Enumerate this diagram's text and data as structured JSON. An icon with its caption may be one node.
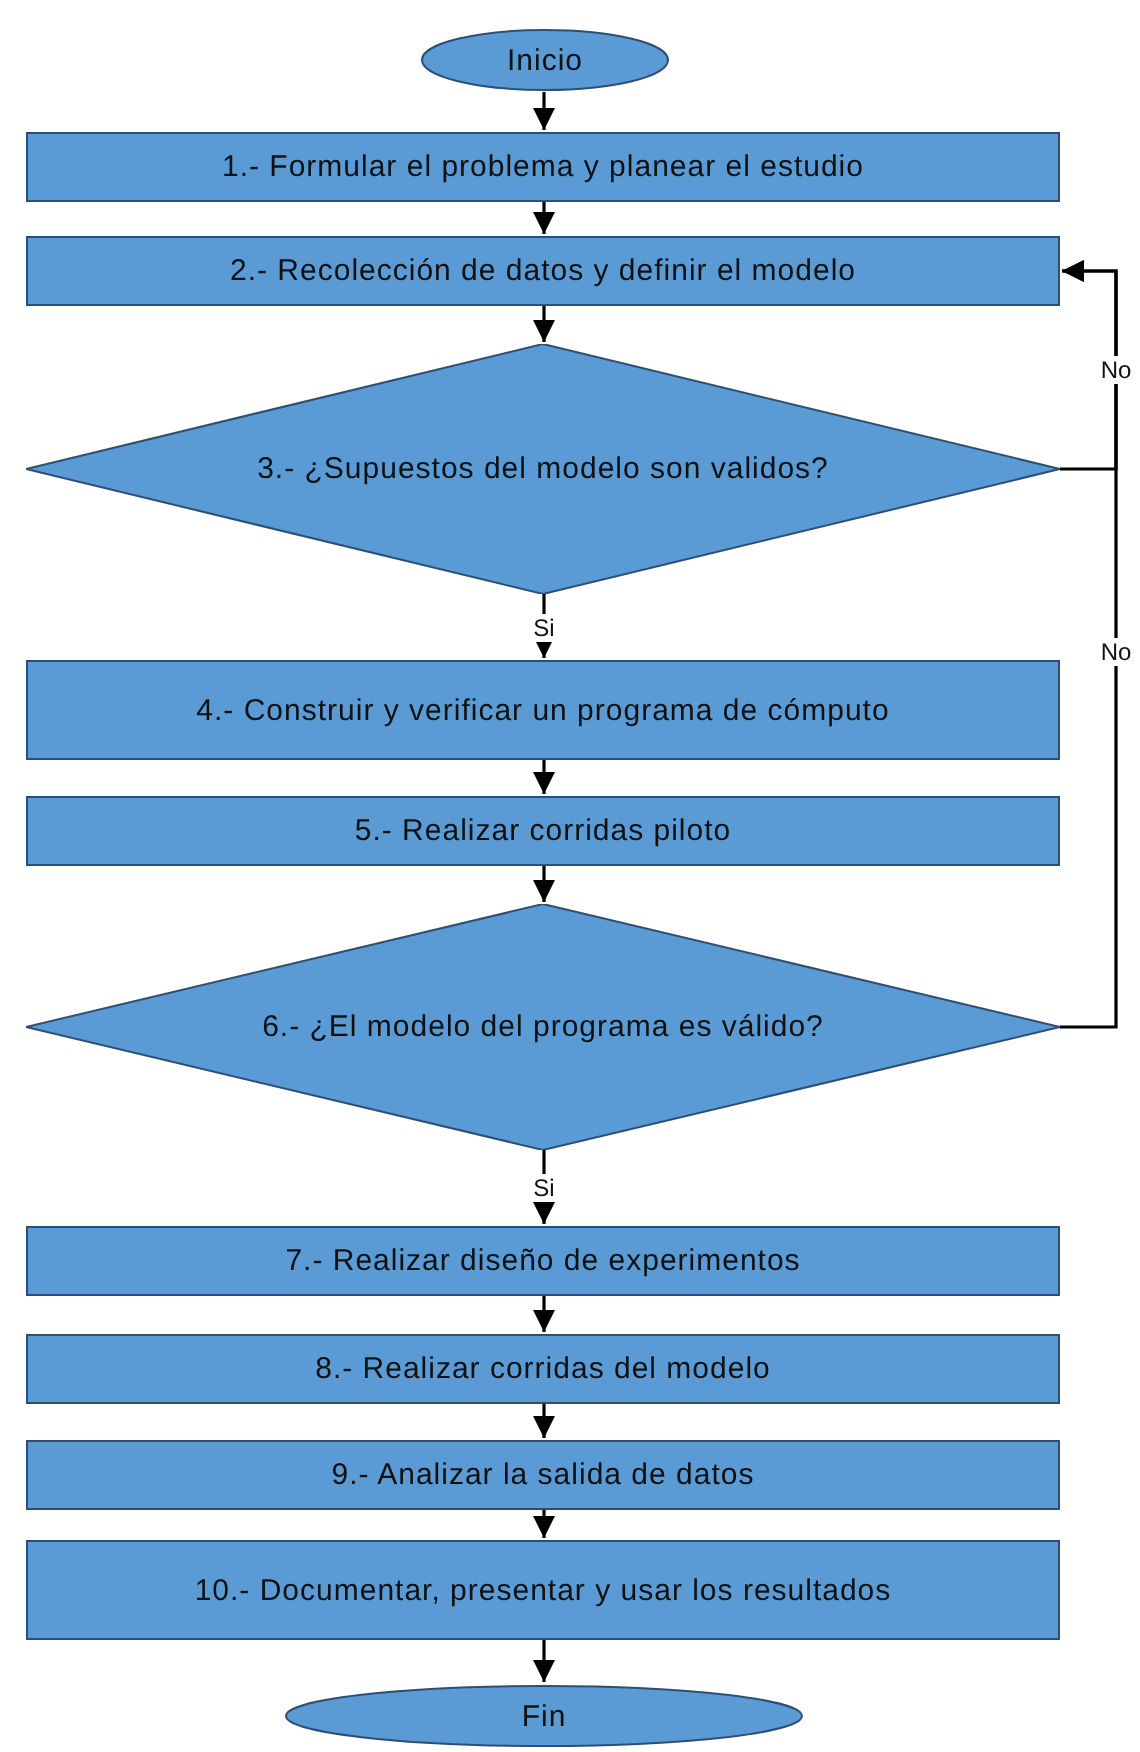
{
  "diagram": {
    "nodes": [
      {
        "text": [
          "Inicio"
        ]
      },
      {
        "text": [
          "1.- Formular el problema y planear el estudio"
        ]
      },
      {
        "text": [
          "2.- Recolección de datos y definir el modelo"
        ]
      },
      {
        "text": [
          "3.- ¿Supuestos del modelo son validos?"
        ]
      },
      {
        "text": [
          "4.- Construir y verificar  un programa de cómputo"
        ]
      },
      {
        "text": [
          "5.- Realizar corridas piloto"
        ]
      },
      {
        "text": [
          "6.- ¿El modelo del programa es válido?"
        ]
      },
      {
        "text": [
          "7.- Realizar diseño de experimentos"
        ]
      },
      {
        "text": [
          "8.- Realizar corridas del modelo"
        ]
      },
      {
        "text": [
          "9.- Analizar la salida de datos"
        ]
      },
      {
        "text": [
          "10.- Documentar, presentar y usar los resultados"
        ]
      },
      {
        "text": [
          "Fin"
        ]
      }
    ],
    "edges": [
      {
        "from": 0,
        "to": 1,
        "arrow": "to"
      },
      {
        "from": 1,
        "to": 2,
        "arrow": "to"
      },
      {
        "from": 2,
        "to": 3,
        "arrow": "to"
      },
      {
        "from": 3,
        "to": 4,
        "arrow": "to",
        "label": "Si"
      },
      {
        "from": 4,
        "to": 5,
        "arrow": "to"
      },
      {
        "from": 5,
        "to": 6,
        "arrow": "to"
      },
      {
        "from": 6,
        "to": 7,
        "arrow": "to",
        "label": "Si"
      },
      {
        "from": 7,
        "to": 8,
        "arrow": "to"
      },
      {
        "from": 8,
        "to": 9,
        "arrow": "to"
      },
      {
        "from": 9,
        "to": 10,
        "arrow": "to"
      },
      {
        "from": 10,
        "to": 11,
        "arrow": "to"
      },
      {
        "from": 3,
        "to": 2,
        "arrow": "to",
        "label": "No"
      },
      {
        "from": 6,
        "to": 2,
        "arrow": "to",
        "label": "No"
      }
    ]
  }
}
